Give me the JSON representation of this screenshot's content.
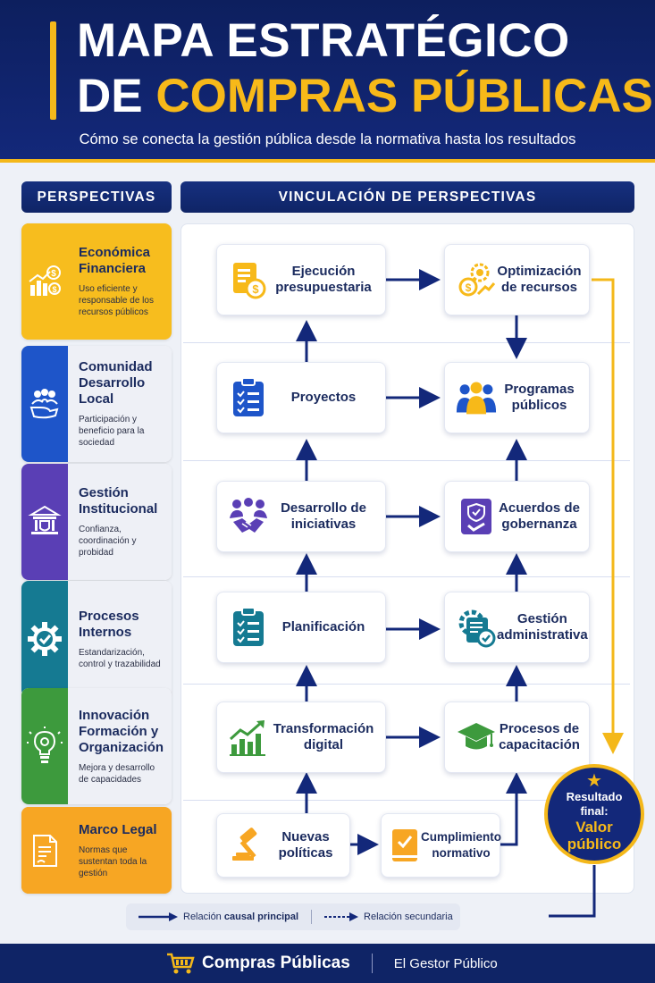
{
  "header": {
    "title_line1": "MAPA ESTRATÉGICO",
    "title_line2_prefix": "DE",
    "title_line2_highlight": "COMPRAS PÚBLICAS",
    "subtitle": "Cómo se conecta la gestión pública desde la normativa hasta los resultados"
  },
  "sections": {
    "left": "PERSPECTIVAS",
    "right": "VINCULACIÓN DE PERSPECTIVAS"
  },
  "perspectives": [
    {
      "title": "Económica Financiera",
      "desc": "Uso eficiente y responsable de los recursos públicos",
      "color": "#f7bd1e",
      "icon": "coins-chart-icon"
    },
    {
      "title": "Comunidad Desarrollo Local",
      "desc": "Participación y beneficio para la sociedad",
      "color": "#1e55c9",
      "icon": "community-hands-icon"
    },
    {
      "title": "Gestión Institucional",
      "desc": "Confianza, coordinación y probidad",
      "color": "#5a3fb5",
      "icon": "institution-building-icon"
    },
    {
      "title": "Procesos Internos",
      "desc": "Estandarización, control y trazabilidad",
      "color": "#157a92",
      "icon": "gear-check-icon"
    },
    {
      "title": "Innovación Formación y Organización",
      "desc": "Mejora y desarrollo de capacidades",
      "color": "#3d9a3d",
      "icon": "lightbulb-icon"
    },
    {
      "title": "Marco Legal",
      "desc": "Normas que sustentan toda la gestión",
      "color": "#f7a623",
      "icon": "legal-document-icon"
    }
  ],
  "nodes": {
    "ejecucion": "Ejecución presupuestaria",
    "optimizacion": "Optimización de recursos",
    "proyectos": "Proyectos",
    "programas": "Programas públicos",
    "desarrollo": "Desarrollo de iniciativas",
    "acuerdos": "Acuerdos de gobernanza",
    "planificacion": "Planificación",
    "gestion_admin": "Gestión administrativa",
    "transformacion": "Transformación digital",
    "capacitacion": "Procesos de capacitación",
    "nuevas_politicas": "Nuevas políticas",
    "cumplimiento": "Cumplimiento normativo"
  },
  "result": {
    "line1": "Resultado",
    "line2": "final:",
    "line3": "Valor",
    "line4": "público"
  },
  "legend": {
    "principal_prefix": "Relación",
    "principal_bold": "causal principal",
    "secundaria": "Relación secundaria"
  },
  "footer": {
    "brand": "Compras Públicas",
    "author": "El Gestor Público"
  },
  "colors": {
    "navy": "#13287a",
    "gold": "#f4b81a",
    "arrow": "#13287a"
  }
}
